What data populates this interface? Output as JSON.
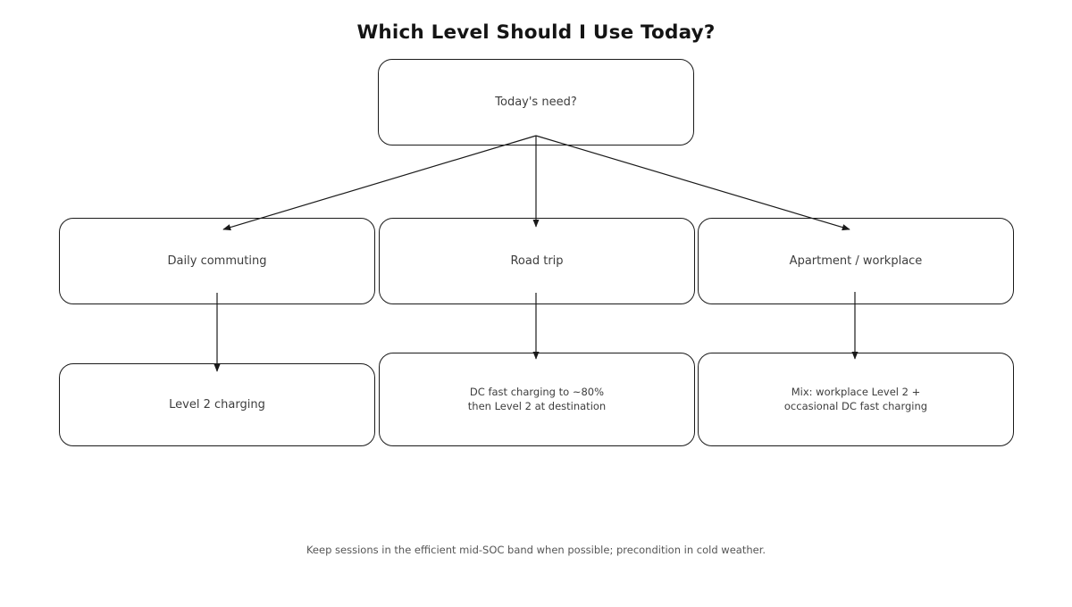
{
  "title": "Which Level Should I Use Today?",
  "nodes": {
    "root": {
      "label": "Today's need?"
    },
    "daily": {
      "label": "Daily commuting"
    },
    "road": {
      "label": "Road trip"
    },
    "apartment": {
      "label": "Apartment / workplace"
    },
    "level2": {
      "label": "Level 2 charging"
    },
    "dcfast": {
      "label": "DC fast charging to ~80%\nthen Level 2 at destination"
    },
    "mix": {
      "label": "Mix: workplace Level 2 +\noccasional DC fast charging"
    }
  },
  "edges": [
    {
      "from": "root",
      "to": "daily"
    },
    {
      "from": "root",
      "to": "road"
    },
    {
      "from": "root",
      "to": "apartment"
    },
    {
      "from": "daily",
      "to": "level2"
    },
    {
      "from": "road",
      "to": "dcfast"
    },
    {
      "from": "apartment",
      "to": "mix"
    }
  ],
  "footer": "Keep sessions in the efficient mid-SOC band when possible; precondition in cold weather.",
  "colors": {
    "box_border": "#1a1a1a",
    "arrow": "#1a1a1a",
    "label_text": "#3d3d3d",
    "title_text": "#141414",
    "footer_text": "#555555",
    "background": "#ffffff"
  }
}
